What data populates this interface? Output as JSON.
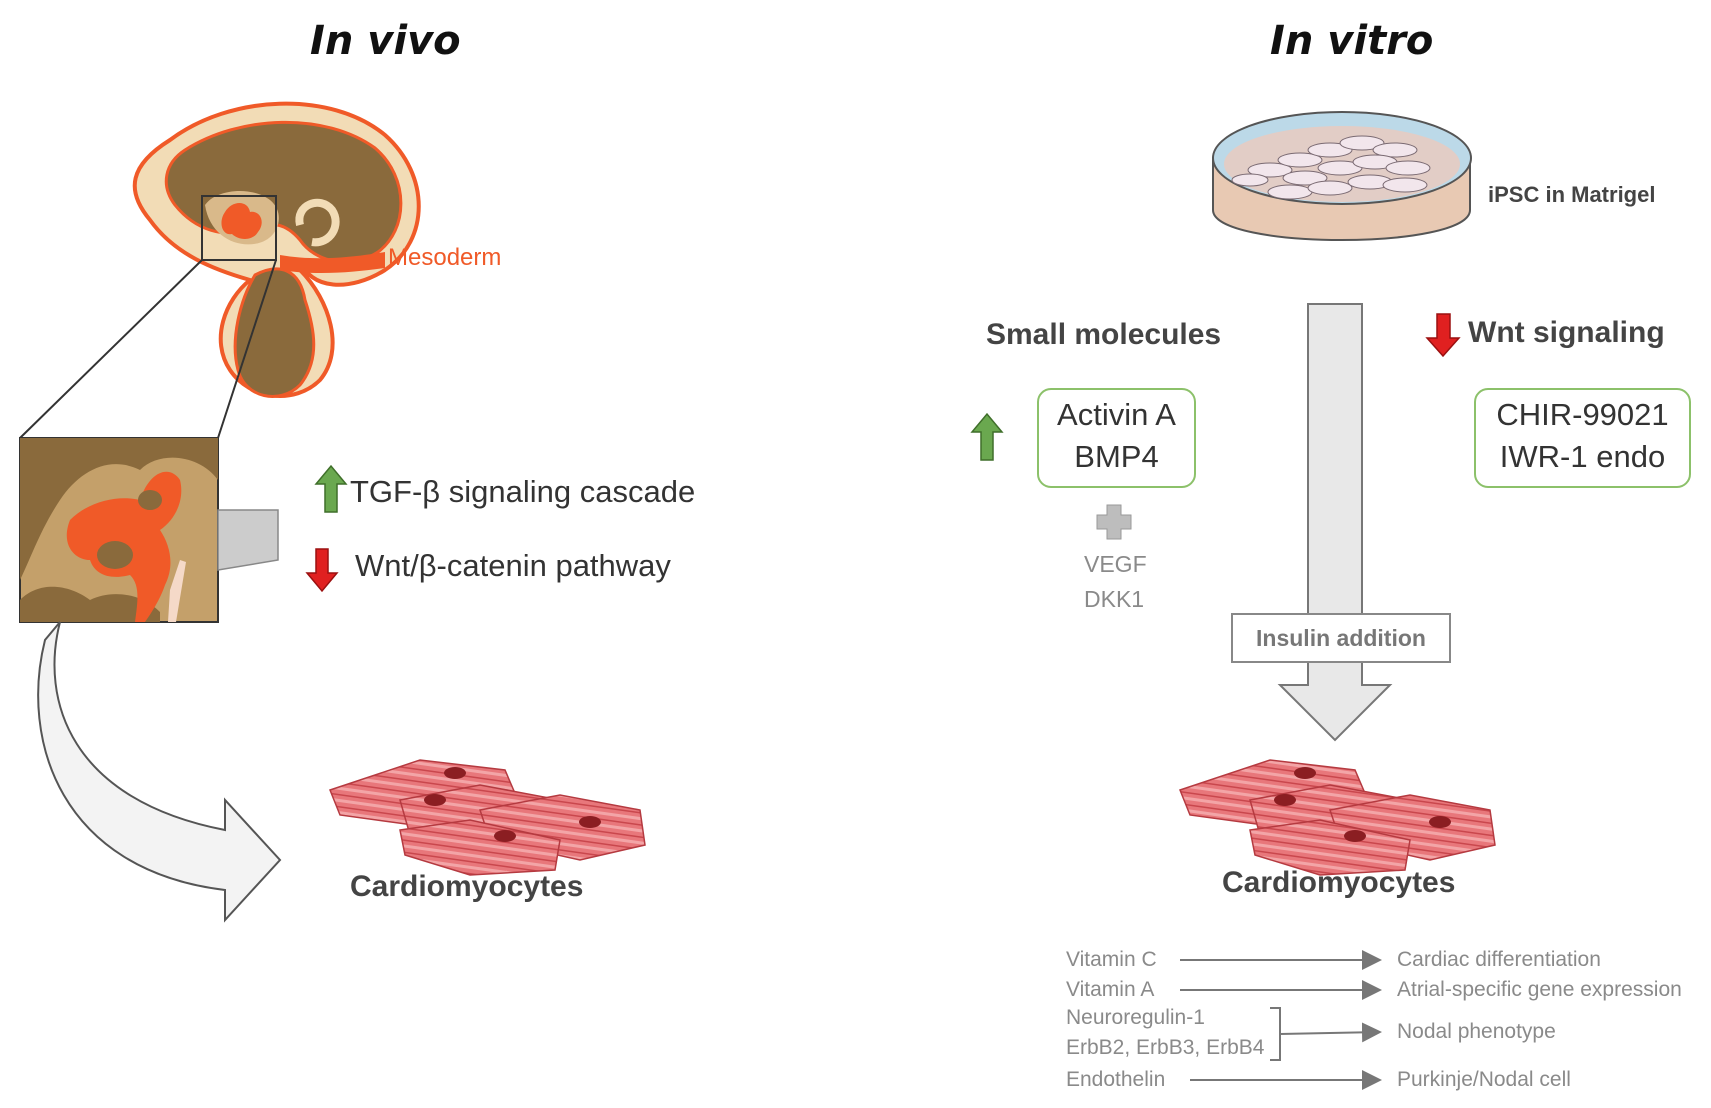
{
  "titles": {
    "left": "In vivo",
    "right": "In vitro"
  },
  "in_vivo": {
    "mesoderm_label": "Mesoderm",
    "signals": [
      {
        "direction": "up",
        "label": "TGF-β signaling cascade"
      },
      {
        "direction": "down",
        "label": "Wnt/β-catenin pathway"
      }
    ],
    "result_label": "Cardiomyocytes"
  },
  "in_vitro": {
    "dish_label": "iPSC in Matrigel",
    "small_molecules_label": "Small molecules",
    "activin_box": {
      "line1": "Activin A",
      "line2": "BMP4"
    },
    "plus_items": {
      "line1": "VEGF",
      "line2": "DKK1"
    },
    "wnt_label": "Wnt signaling",
    "wnt_box": {
      "line1": "CHIR-99021",
      "line2": "IWR-1 endo"
    },
    "insulin_label": "Insulin addition",
    "result_label": "Cardiomyocytes",
    "factors": [
      {
        "input": "Vitamin C",
        "output": "Cardiac differentiation"
      },
      {
        "input": "Vitamin A",
        "output": "Atrial-specific gene expression"
      },
      {
        "input": "Neuroregulin-1",
        "input2": "ErbB2, ErbB3, ErbB4",
        "output": "Nodal phenotype"
      },
      {
        "input": "Endothelin",
        "output": "Purkinje/Nodal cell"
      }
    ]
  },
  "colors": {
    "mesoderm": "#f05a28",
    "up_arrow": "#6aa84f",
    "down_arrow": "#e02020",
    "box_border": "#8cc16a",
    "muscle": "#e06a6f"
  }
}
